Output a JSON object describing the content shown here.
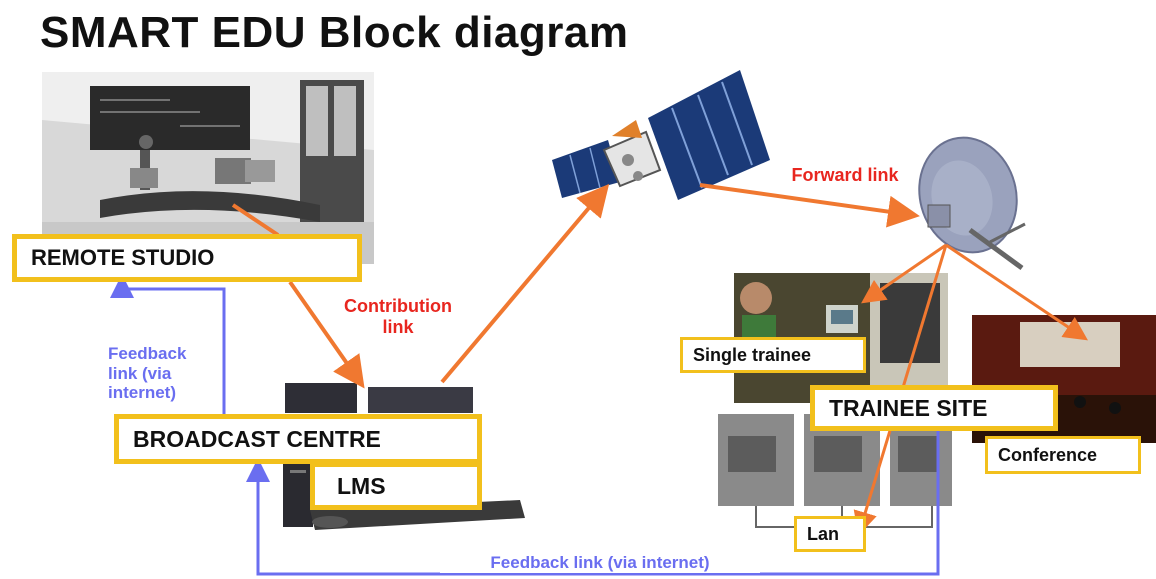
{
  "title": "SMART EDU Block diagram",
  "nodes": {
    "remote_studio": "REMOTE STUDIO",
    "broadcast_centre": "BROADCAST CENTRE",
    "lms": "LMS",
    "trainee_site": "TRAINEE SITE",
    "single_trainee": "Single trainee",
    "conference": "Conference",
    "lan": "Lan"
  },
  "links": {
    "contribution_line1": "Contribution",
    "contribution_line2": "link",
    "forward": "Forward link",
    "feedback_left_line1": "Feedback",
    "feedback_left_line2": "link (via",
    "feedback_left_line3": "internet)",
    "feedback_bottom": "Feedback link (via internet)"
  },
  "colors": {
    "box_border": "#f2c01c",
    "arrow_orange": "#f07830",
    "feedback_blue": "#6a6ef0",
    "link_red": "#e8261f"
  }
}
